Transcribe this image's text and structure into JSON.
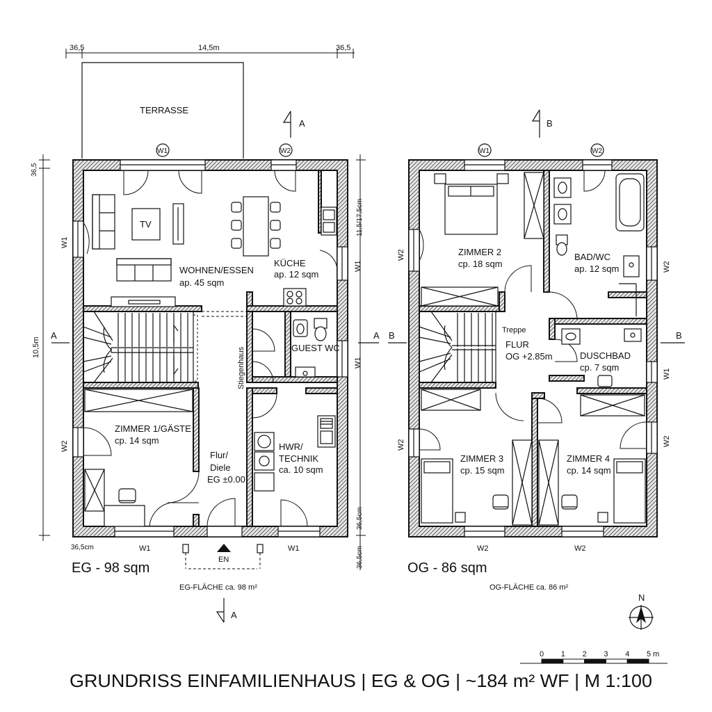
{
  "title": "GRUNDRISS EINFAMILIENHAUS | EG & OG | ~184 m² WF | M 1:100",
  "eg": {
    "heading": "EG - 98 sqm",
    "area_note": "EG-FLÄCHE ca. 98 m²",
    "terrace": "TERRASSE",
    "dim_top_left": "36,5",
    "dim_top_mid": "14,5m",
    "dim_top_right": "36,5",
    "dim_left_top": "36,5",
    "dim_left_mid": "10,5m",
    "dim_right_top": "11,5/17,5cm",
    "dim_right_bottom": "36,5cm",
    "dim_right_bottom2": "36,5cm",
    "dim_bottom_left": "36,5cm",
    "section_a": "A",
    "marker_w1": "W1",
    "marker_w2": "W2",
    "tv": "TV",
    "entrance": "EN",
    "stair_label": "Stiegenhaus",
    "rooms": {
      "wohnen_name": "WOHNEN/ESSEN",
      "wohnen_area": "ap. 45 sqm",
      "kueche_name": "KÜCHE",
      "kueche_area": "ap. 12 sqm",
      "guestwc_name": "GUEST WC",
      "zimmer1_name": "ZIMMER 1/GÄSTE",
      "zimmer1_area": "cp. 14 sqm",
      "flur_line1": "Flur/",
      "flur_line2": "Diele",
      "flur_line3": "EG ±0.00",
      "hwr_line1": "HWR/",
      "hwr_line2": "TECHNIK",
      "hwr_area": "ca. 10 sqm"
    }
  },
  "og": {
    "heading": "OG - 86 sqm",
    "area_note": "OG-FLÄCHE ca. 86 m²",
    "section_b": "B",
    "marker_w1": "W1",
    "marker_w2": "W2",
    "rooms": {
      "zimmer2_name": "ZIMMER 2",
      "zimmer2_area": "cp. 18 sqm",
      "bad_name": "BAD/WC",
      "bad_area": "ap. 12 sqm",
      "treppe": "Treppe",
      "flur_line1": "FLUR",
      "flur_line2": "OG +2.85m",
      "dusch_name": "DUSCHBAD",
      "dusch_area": "cp. 7 sqm",
      "zimmer3_name": "ZIMMER 3",
      "zimmer3_area": "cp. 15 sqm",
      "zimmer4_name": "ZIMMER 4",
      "zimmer4_area": "cp. 14 sqm"
    }
  },
  "north": "N",
  "scale_bar": {
    "ticks": [
      "0",
      "1",
      "2",
      "3",
      "4",
      "5 m"
    ]
  }
}
